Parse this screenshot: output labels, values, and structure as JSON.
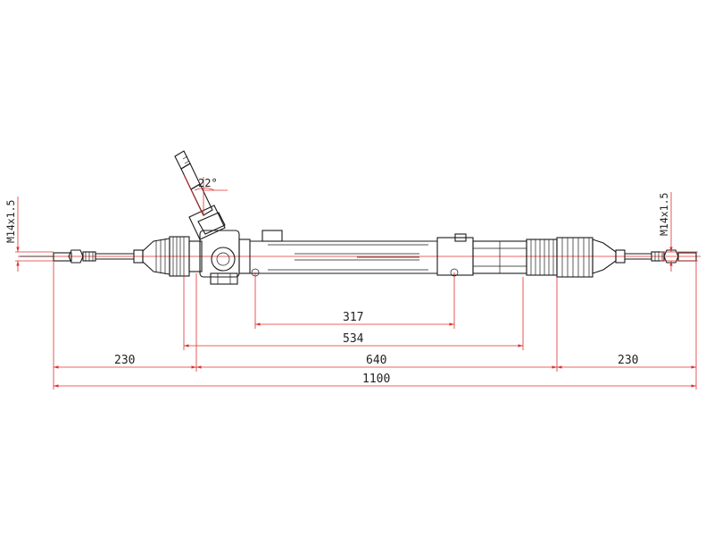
{
  "drawing": {
    "thread_left": "M14x1.5",
    "thread_right": "M14x1.5",
    "angle": "22°",
    "dimensions": {
      "mount_spacing": "317",
      "boot_span": "534",
      "body_length": "640",
      "left_tie_rod": "230",
      "right_tie_rod": "230",
      "overall_length": "1100"
    }
  },
  "colors": {
    "outline": "#1a1a1a",
    "dimension_line": "#e0302f"
  }
}
